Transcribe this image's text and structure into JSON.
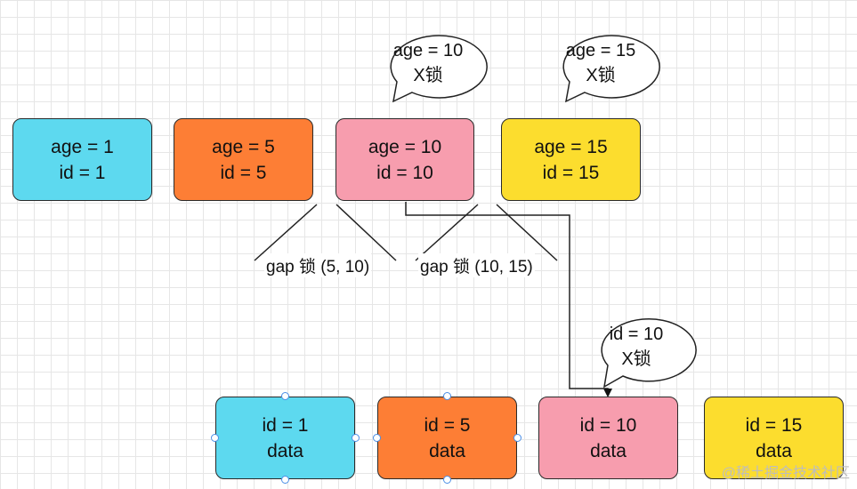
{
  "colors": {
    "cyan": "#5dd9ef",
    "orange": "#fd7e35",
    "pink": "#f79dae",
    "yellow": "#fcdd2e",
    "selection": "#4a8ee6"
  },
  "index_nodes": [
    {
      "line1": "age = 1",
      "line2": "id = 1",
      "color": "cyan"
    },
    {
      "line1": "age = 5",
      "line2": "id = 5",
      "color": "orange"
    },
    {
      "line1": "age = 10",
      "line2": "id = 10",
      "color": "pink"
    },
    {
      "line1": "age = 15",
      "line2": "id = 15",
      "color": "yellow"
    }
  ],
  "data_nodes": [
    {
      "line1": "id = 1",
      "line2": "data",
      "color": "cyan"
    },
    {
      "line1": "id = 5",
      "line2": "data",
      "color": "orange"
    },
    {
      "line1": "id = 10",
      "line2": "data",
      "color": "pink"
    },
    {
      "line1": "id = 15",
      "line2": "data",
      "color": "yellow"
    }
  ],
  "bubbles": [
    {
      "line1": "age = 10",
      "line2": "X锁"
    },
    {
      "line1": "age = 15",
      "line2": "X锁"
    },
    {
      "line1": "id = 10",
      "line2": "X锁"
    }
  ],
  "gap_labels": [
    "gap 锁 (5, 10)",
    "gap 锁 (10, 15)"
  ],
  "watermark": "@稀土掘金技术社区"
}
